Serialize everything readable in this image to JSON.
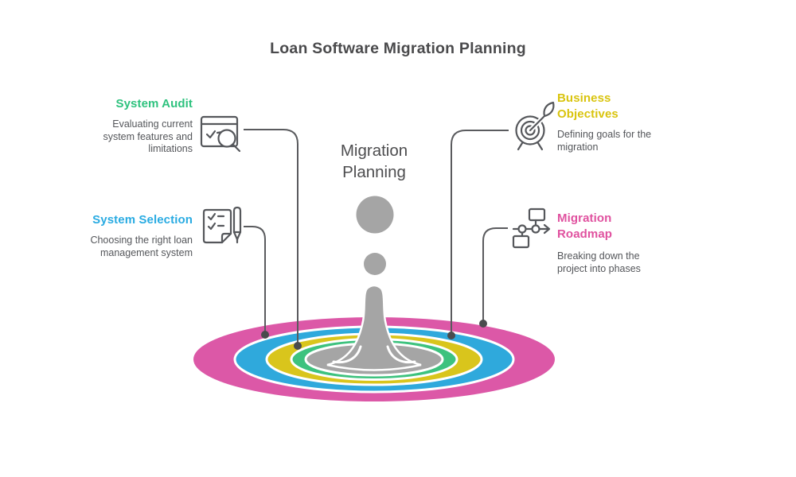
{
  "title": "Loan Software Migration Planning",
  "center_label": "Migration Planning",
  "items": [
    {
      "id": "system-audit",
      "label": "System Audit",
      "description": "Evaluating current system features and limitations",
      "color": "#2ec27e",
      "icon": "browser-audit-icon"
    },
    {
      "id": "business-objectives",
      "label": "Business Objectives",
      "description": "Defining goals for the migration",
      "color": "#d9c40e",
      "icon": "target-dart-icon"
    },
    {
      "id": "system-selection",
      "label": "System Selection",
      "description": "Choosing the right loan management system",
      "color": "#29abe2",
      "icon": "checklist-pen-icon"
    },
    {
      "id": "migration-roadmap",
      "label": "Migration Roadmap",
      "description": "Breaking down the project into phases",
      "color": "#e0519f",
      "icon": "roadmap-icon"
    }
  ],
  "splash": {
    "colors": {
      "pink": "#dc58a7",
      "blue": "#2fa9dc",
      "yellow": "#d9c51c",
      "green": "#3dc27e",
      "gray": "#a5a5a5"
    }
  }
}
